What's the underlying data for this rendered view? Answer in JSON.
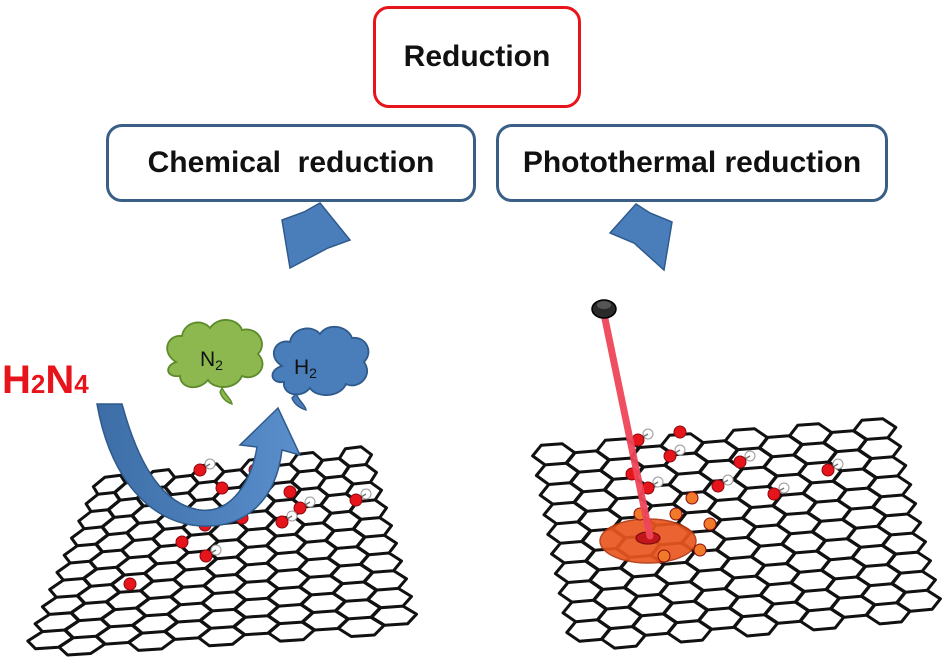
{
  "boxes": {
    "top": "Reduction",
    "left": "Chemical  reduction",
    "right": "Photothermal reduction"
  },
  "reagent": {
    "h": "H",
    "h_sub": "2",
    "n": "N",
    "n_sub": "4"
  },
  "clouds": {
    "n2": {
      "base": "N",
      "sub": "2"
    },
    "h2": {
      "base": "H",
      "sub": "2"
    }
  },
  "colors": {
    "red": "#e8141b",
    "box_border": "#3a5f86",
    "arrow_fill": "#4a7ebb",
    "cloud_green": "#8cb84f",
    "cloud_blue": "#4a7ebb",
    "laser": "#f0465a",
    "hotspot": "#e9561f"
  }
}
